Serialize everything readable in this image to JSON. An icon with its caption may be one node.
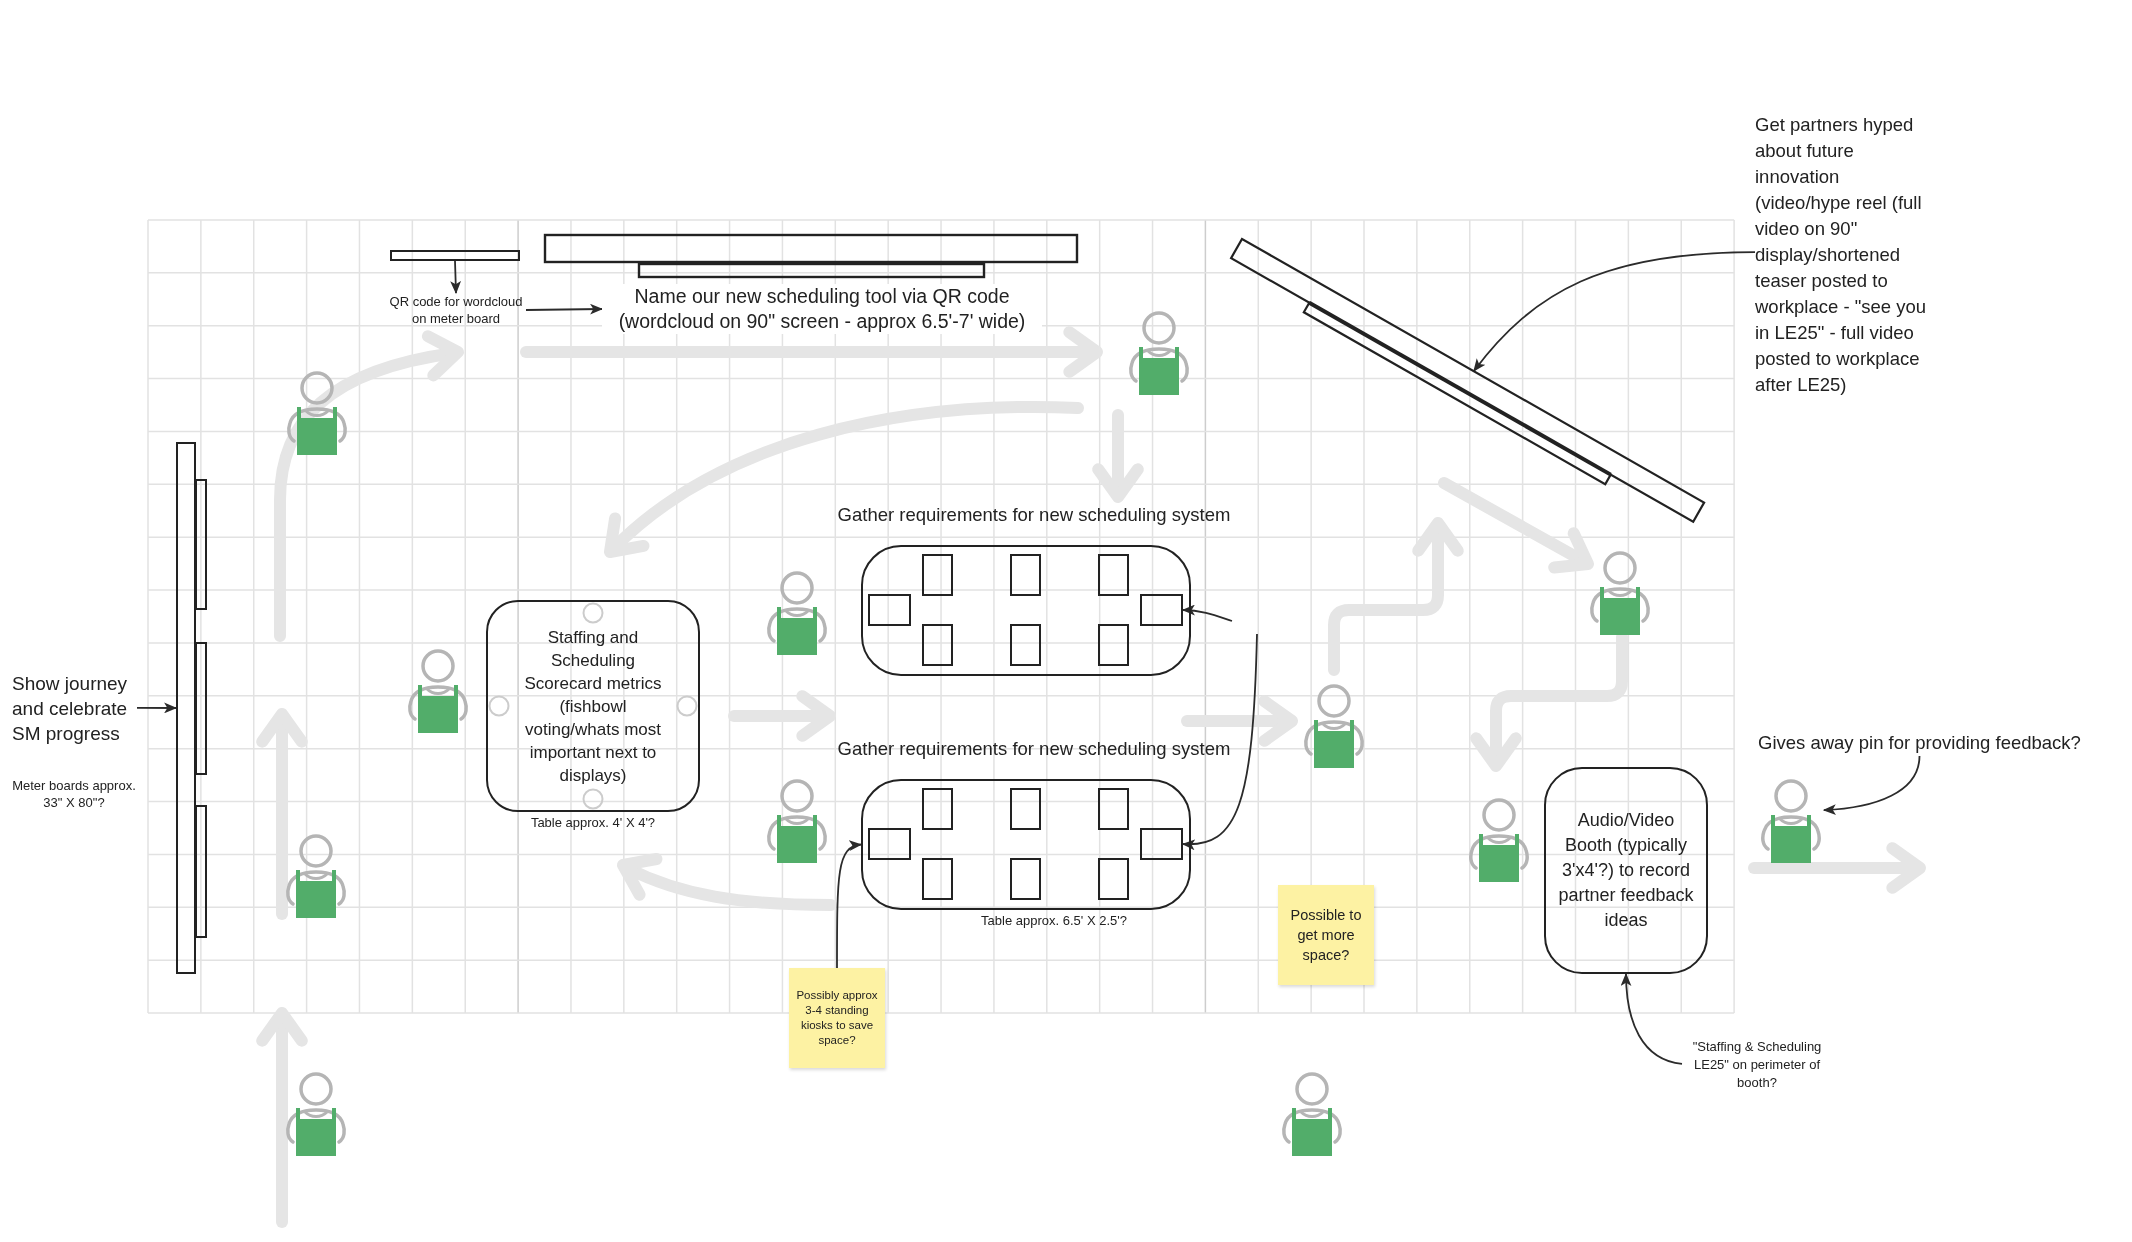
{
  "diagram": {
    "nodes": [
      {
        "text": [],
        "shape": "box"
      },
      {
        "text": [
          "QR code for wordcloud on meter board"
        ]
      },
      {
        "text": [
          "Name our new scheduling tool via QR code (wordcloud on 90\" screen - approx 6.5'-7' wide)"
        ]
      },
      {
        "text": [
          "Get partners hyped about future innovation (video/hype reel (full video on 90\" display/shortened teaser posted to workplace - \"see you in LE25\" - full video posted to workplace after LE25)"
        ]
      },
      {
        "text": [],
        "shape": "box"
      },
      {
        "text": [
          "Show journey and celebrate SM progress"
        ]
      },
      {
        "text": [],
        "shape": "box"
      },
      {
        "text": [
          "Staffing and Scheduling Scorecard metrics (fishbowl voting/whats most important next to displays)"
        ],
        "beside": [
          "Table approx. 4' X 4'?"
        ]
      },
      {
        "text": [
          "Gather requirements for new scheduling system"
        ]
      },
      {
        "text": [],
        "shape": "box",
        "in": 8
      },
      {
        "text": [],
        "shape": "box",
        "in": 8
      },
      {
        "text": [
          "Gather requirements for new scheduling system"
        ],
        "beside": [
          "Table approx. 6.5' X 2.5'?"
        ]
      },
      {
        "text": [],
        "shape": "box",
        "in": 11
      },
      {
        "text": [],
        "shape": "box",
        "in": 11
      },
      {
        "text": [
          "Possibly approx 3-4 standing kiosks to save space?"
        ]
      },
      {
        "text": [
          "Possible to get more space?"
        ]
      },
      {
        "text": [
          "Audio/Video Booth (typically 3'x4'?) to record partner feedback ideas"
        ]
      },
      {
        "text": [
          "\"Staffing & Scheduling LE25\" on perimeter of booth?"
        ]
      },
      {
        "text": [
          "Gives away pin for providing feedback?"
        ]
      },
      {
        "text": [],
        "shape": "person"
      }
    ],
    "edges": [
      {
        "from": 0,
        "to": 1,
        "arrow": "to"
      },
      {
        "from": 1,
        "to": 2,
        "arrow": "to"
      },
      {
        "from": 3,
        "to": 4,
        "arrow": "to"
      },
      {
        "from": 5,
        "to": 6,
        "arrow": "to"
      },
      {
        "from": null,
        "to": 10,
        "arrow": "to"
      },
      {
        "from": null,
        "to": 13,
        "arrow": "to"
      },
      {
        "from": 14,
        "to": 11,
        "arrow": "to"
      },
      {
        "from": 17,
        "to": 16,
        "arrow": "to"
      },
      {
        "from": 18,
        "to": 19,
        "arrow": "to"
      }
    ],
    "labels": [
      "Meter boards approx. 33\" X 80\"?"
    ]
  }
}
